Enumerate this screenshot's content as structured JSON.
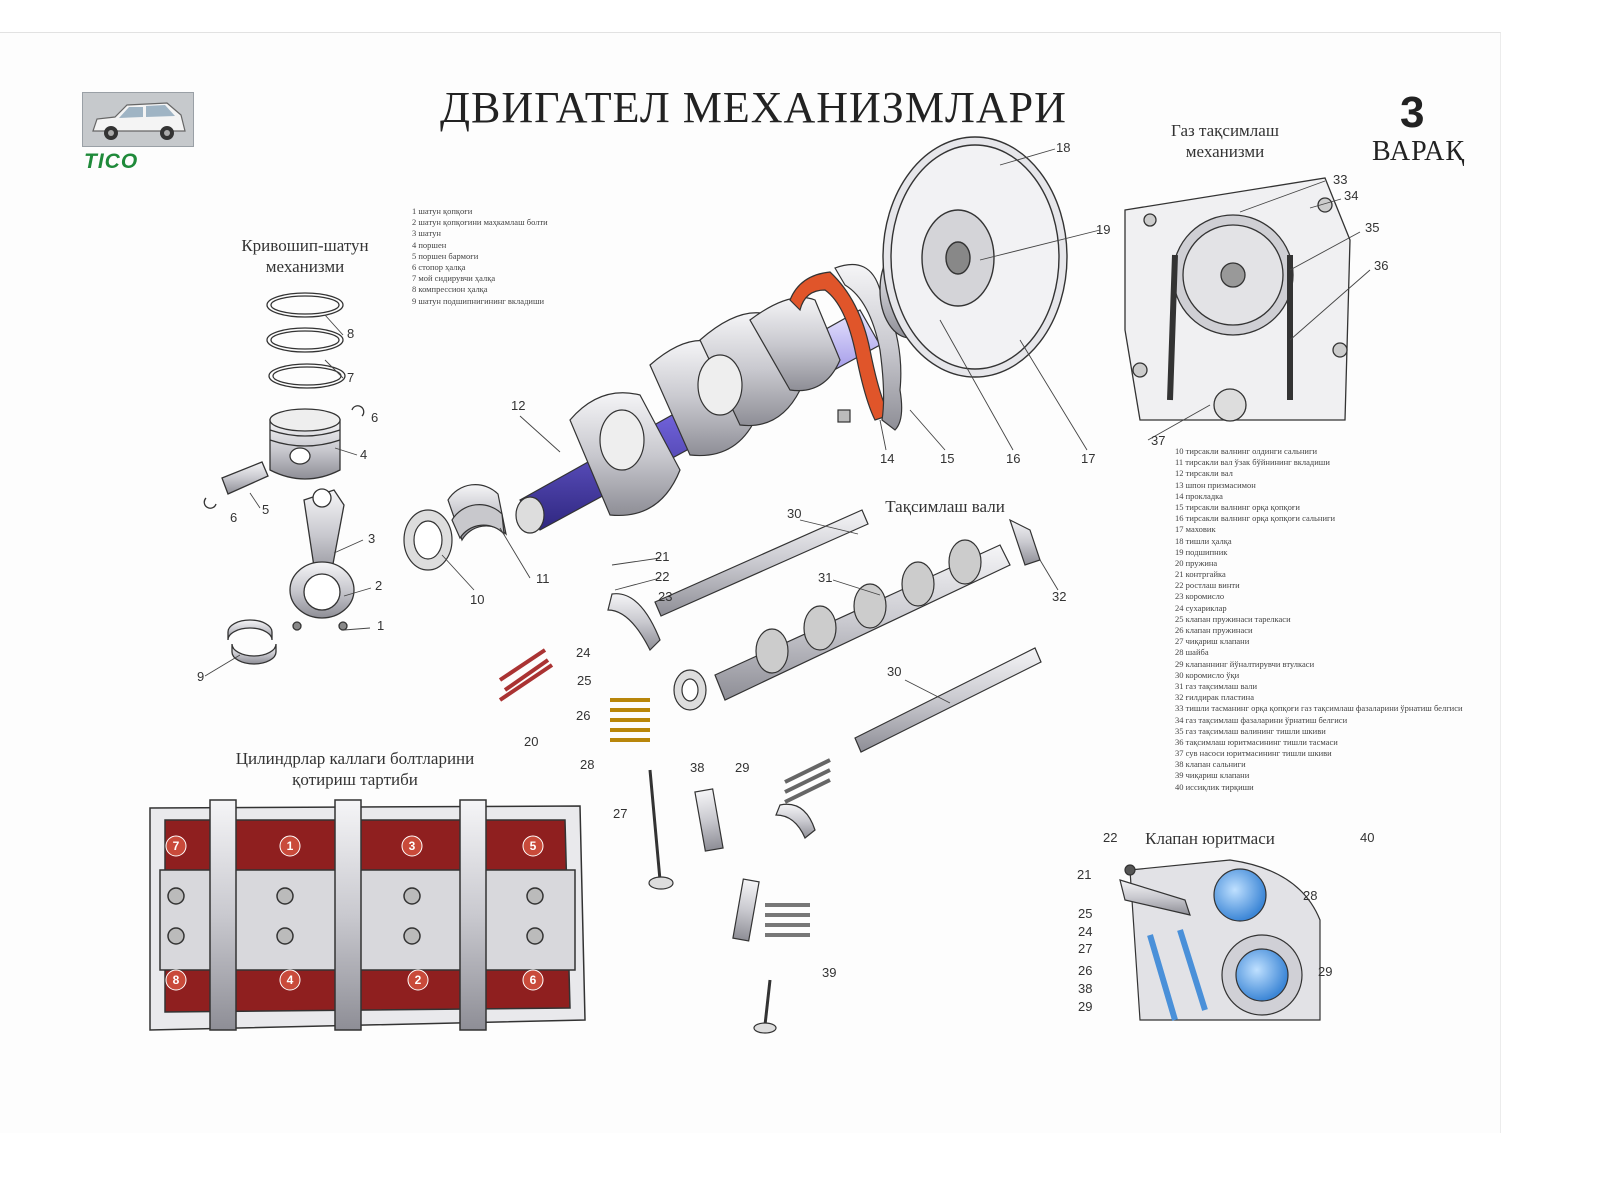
{
  "header": {
    "title": "ДВИГАТЕЛ МЕХАНИЗМЛАРИ",
    "sheet_number": "3",
    "sheet_word": "ВАРАҚ",
    "brand": "TICO"
  },
  "sections": {
    "crank": "Кривошип-шатун механизми",
    "timing": "Газ тақсимлаш механизми",
    "camshaft": "Тақсимлаш вали",
    "bolt_order": "Цилиндрлар каллаги болтларини қотириш тартиби",
    "valve_drive": "Клапан юритмаси"
  },
  "legend_crank": [
    "1 шатун қопқоғи",
    "2 шатун қопқоғини маҳкамлаш болти",
    "3 шатун",
    "4 поршен",
    "5 поршен бармоғи",
    "6 стопор ҳалқа",
    "7 мой сидирувчи ҳалқа",
    "8 компрессион ҳалқа",
    "9 шатун подшипнигининг вкладиши"
  ],
  "legend_timing": [
    "10 тирсакли валнинг олдинги сальниги",
    "11 тирсакли вал ўзак бўйнининг вкладиши",
    "12 тирсакли вал",
    "13 шпон призмасимон",
    "14 прокладка",
    "15 тирсакли валнинг орқа қопқоғи",
    "16 тирсакли валнинг орқа қопқоғи сальниги",
    "17 маховик",
    "18 тишли ҳалқа",
    "19 подшипник",
    "20 пружина",
    "21 контргайка",
    "22 ростлаш винти",
    "23 коромисло",
    "24 сухариклар",
    "25 клапан пружинаси тарелкаси",
    "26 клапан пружинаси",
    "27 чиқариш клапани",
    "28 шайба",
    "29 клапаннинг йўналтирувчи втулкаси",
    "30 коромисло ўқи",
    "31 газ тақсимлаш вали",
    "32 ғилдирак пластина",
    "33 тишли тасманинг орқа қопқоғи газ тақсимлаш фазаларини ўрнатиш белгиси",
    "34 газ тақсимлаш фазаларини ўрнатиш белгиси",
    "35 газ тақсимлаш валининг тишли шкиви",
    "36 тақсимлаш юритмасининг тишли тасмаси",
    "37 сув насоси юритмасининг тишли шкиви",
    "38 клапан сальниги",
    "39 чиқариш клапани",
    "40 иссиқлик тирқиши"
  ],
  "callouts": [
    "1",
    "2",
    "3",
    "4",
    "5",
    "6",
    "6",
    "7",
    "8",
    "9",
    "10",
    "11",
    "12",
    "14",
    "15",
    "16",
    "17",
    "18",
    "19",
    "20",
    "21",
    "22",
    "23",
    "24",
    "25",
    "26",
    "27",
    "28",
    "29",
    "30",
    "30",
    "31",
    "32",
    "33",
    "34",
    "35",
    "36",
    "37",
    "38",
    "39",
    "40"
  ],
  "valve_callouts": [
    "22",
    "21",
    "25",
    "24",
    "27",
    "26",
    "38",
    "29",
    "28",
    "29",
    "40"
  ],
  "bolt_order": [
    "7",
    "1",
    "3",
    "5",
    "8",
    "4",
    "2",
    "6"
  ],
  "colors": {
    "gasket": "#e0552a",
    "head": "#8f1f1f",
    "bearing": "#6d5fd6",
    "brand": "#1f8a3a",
    "valve_blue": "#4a90d9"
  }
}
